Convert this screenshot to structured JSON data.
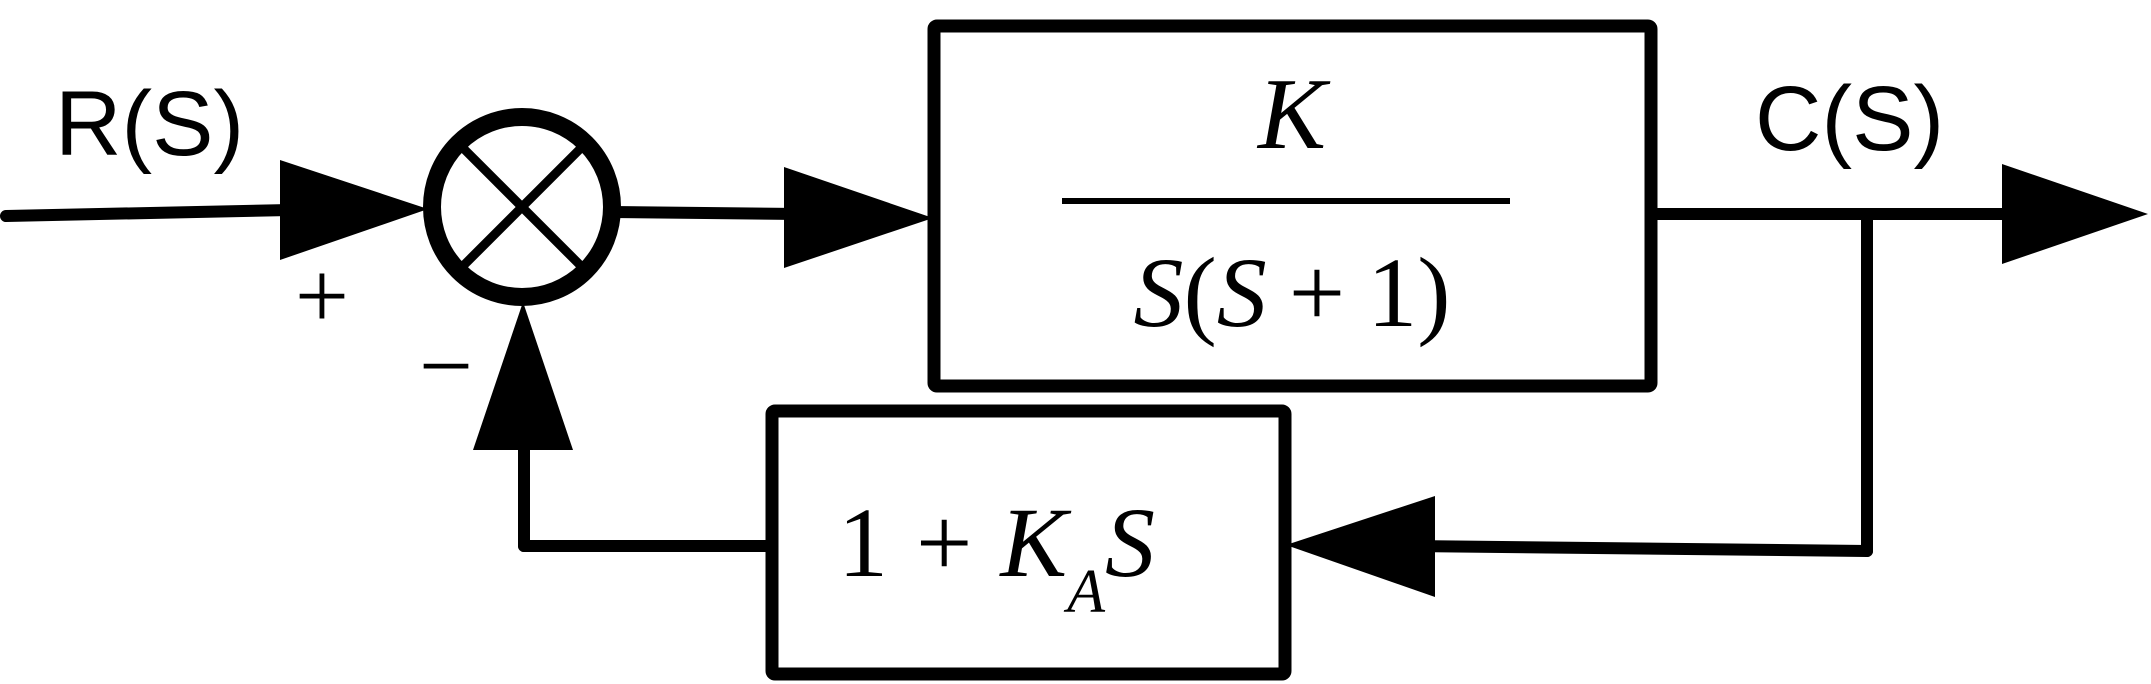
{
  "diagram": {
    "input_label": "R(S)",
    "output_label": "C(S)",
    "plus_sign": "+",
    "minus_sign": "−",
    "forward_block": {
      "numerator": "K",
      "denominator": {
        "s1": "S",
        "open": "(",
        "s2": "S",
        "op": "+",
        "one": "1",
        "close": ")"
      }
    },
    "feedback_block": {
      "one": "1",
      "op": "+",
      "k": "K",
      "subscript": "A",
      "s": "S"
    },
    "colors": {
      "line": "#000000",
      "background": "#ffffff"
    }
  }
}
